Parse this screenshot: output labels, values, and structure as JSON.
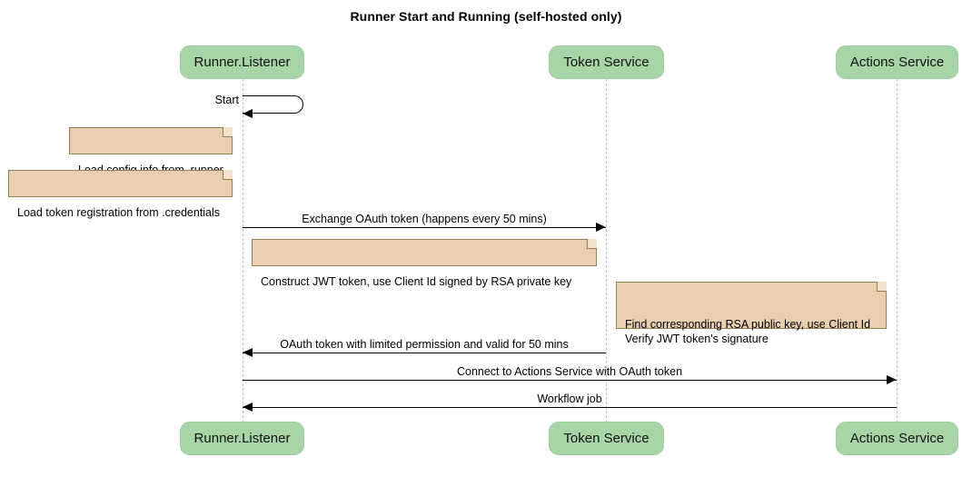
{
  "diagram": {
    "title": "Runner Start and Running (self-hosted only)",
    "type": "sequence-diagram",
    "colors": {
      "participant_fill": "#a8d5a8",
      "note_fill": "#e8cfb0",
      "note_border": "#9a7b52",
      "lifeline": "#c2c2c2",
      "arrow": "#000000"
    },
    "participants": [
      {
        "id": "runner",
        "label": "Runner.Listener"
      },
      {
        "id": "token",
        "label": "Token Service"
      },
      {
        "id": "actions",
        "label": "Actions Service"
      }
    ],
    "self_messages": [
      {
        "label": "Start",
        "from": "runner",
        "to": "runner"
      }
    ],
    "notes": [
      {
        "id": "note-load-config",
        "text": "Load config info from .runner",
        "attached_to": "runner"
      },
      {
        "id": "note-load-token",
        "text": "Load token registration from .credentials",
        "attached_to": "runner"
      },
      {
        "id": "note-construct-jwt",
        "text": "Construct JWT token, use Client Id signed by RSA private key",
        "attached_to": "runner"
      },
      {
        "id": "note-verify-jwt",
        "text": "Find corresponding RSA public key, use Client Id\nVerify JWT token's signature",
        "attached_to": "token"
      }
    ],
    "messages": [
      {
        "id": "msg-exchange-oauth",
        "label": "Exchange OAuth token (happens every 50 mins)",
        "from": "runner",
        "to": "token",
        "direction": "right"
      },
      {
        "id": "msg-oauth-token",
        "label": "OAuth token with limited permission and valid for 50 mins",
        "from": "token",
        "to": "runner",
        "direction": "left"
      },
      {
        "id": "msg-connect-actions",
        "label": "Connect to Actions Service with OAuth token",
        "from": "runner",
        "to": "actions",
        "direction": "right"
      },
      {
        "id": "msg-workflow-job",
        "label": "Workflow job",
        "from": "actions",
        "to": "runner",
        "direction": "left"
      }
    ]
  }
}
